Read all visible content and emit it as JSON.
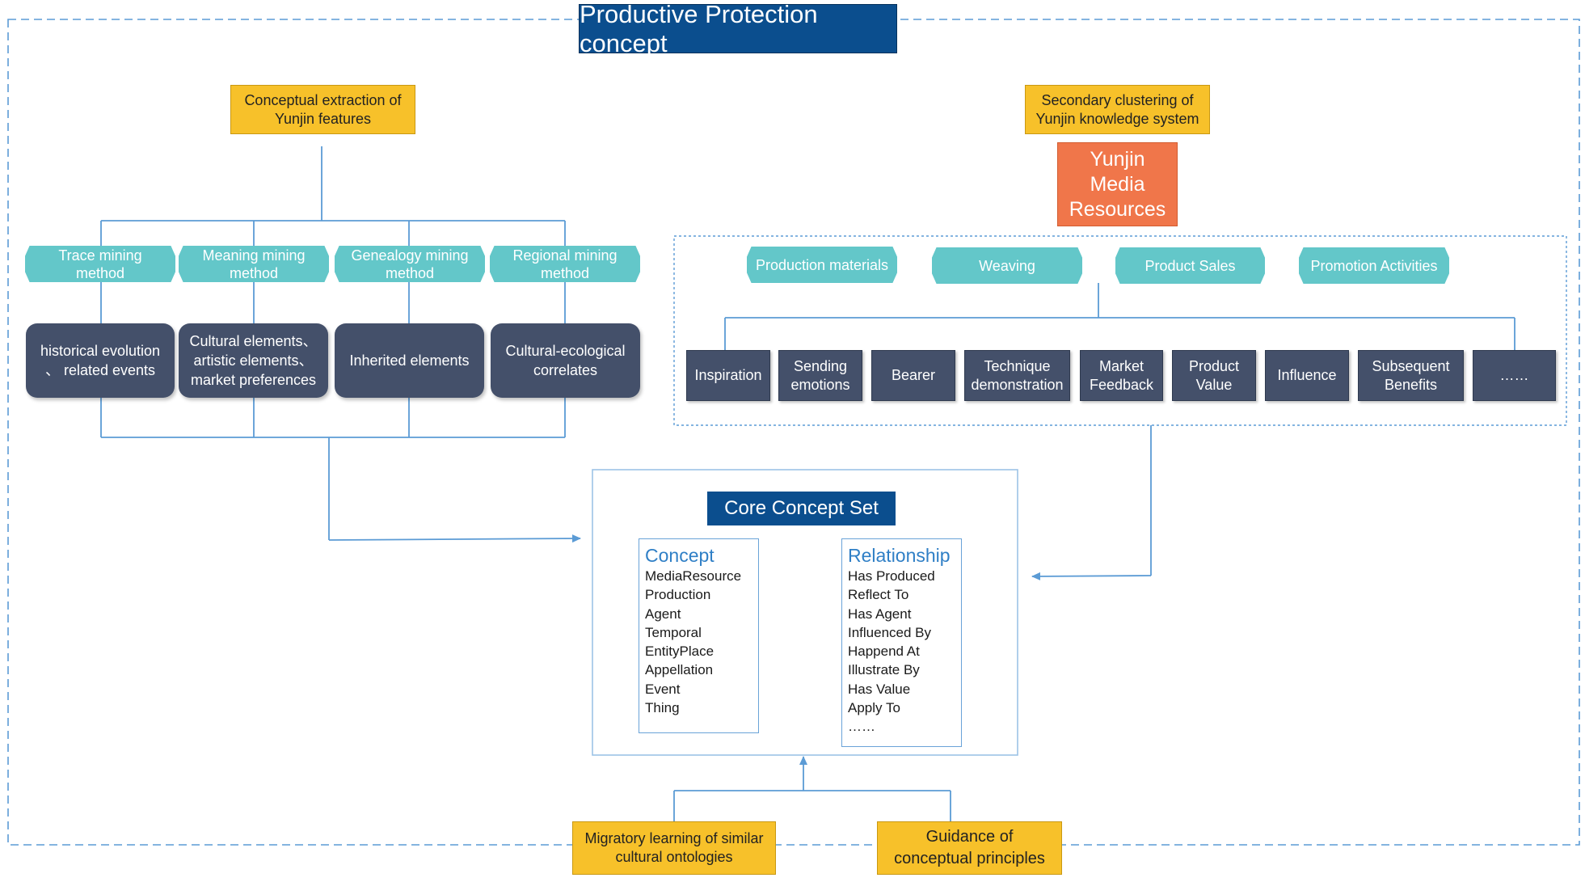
{
  "title": "Productive Protection concept",
  "left": {
    "header": "Conceptual extraction of\nYunjin features",
    "methods": [
      "Trace mining\nmethod",
      "Meaning mining\nmethod",
      "Genealogy mining\nmethod",
      "Regional mining\nmethod"
    ],
    "elements": [
      "historical evolution\n、 related events",
      "Cultural elements、\nartistic elements、\nmarket preferences",
      "Inherited elements",
      "Cultural-ecological\ncorrelates"
    ]
  },
  "right": {
    "header": "Secondary clustering of\nYunjin knowledge system",
    "resource": "Yunjin\nMedia\nResources",
    "categories": [
      "Production materials",
      "Weaving",
      "Product Sales",
      "Promotion Activities"
    ],
    "items": [
      "Inspiration",
      "Sending\nemotions",
      "Bearer",
      "Technique\ndemonstration",
      "Market\nFeedback",
      "Product\nValue",
      "Influence",
      "Subsequent\nBenefits",
      "……"
    ]
  },
  "core": {
    "title": "Core Concept Set",
    "concept": {
      "heading": "Concept",
      "items": [
        "MediaResource",
        "Production",
        "Agent",
        "Temporal",
        "EntityPlace",
        "Appellation",
        "Event",
        "Thing"
      ]
    },
    "relationship": {
      "heading": "Relationship",
      "items": [
        "Has Produced",
        "Reflect To",
        "Has Agent",
        "Influenced By",
        "Happend At",
        "Illustrate By",
        "Has Value",
        "Apply To",
        "……"
      ]
    }
  },
  "bottom": {
    "left": "Migratory learning of similar\ncultural ontologies",
    "right": "Guidance of\nconceptual principles"
  },
  "colors": {
    "title_blue": "#0b4e8e",
    "yellow": "#f7c12a",
    "orange": "#f0764a",
    "teal": "#63c7c9",
    "slate": "#44506a",
    "line_blue": "#5b9bd5"
  }
}
